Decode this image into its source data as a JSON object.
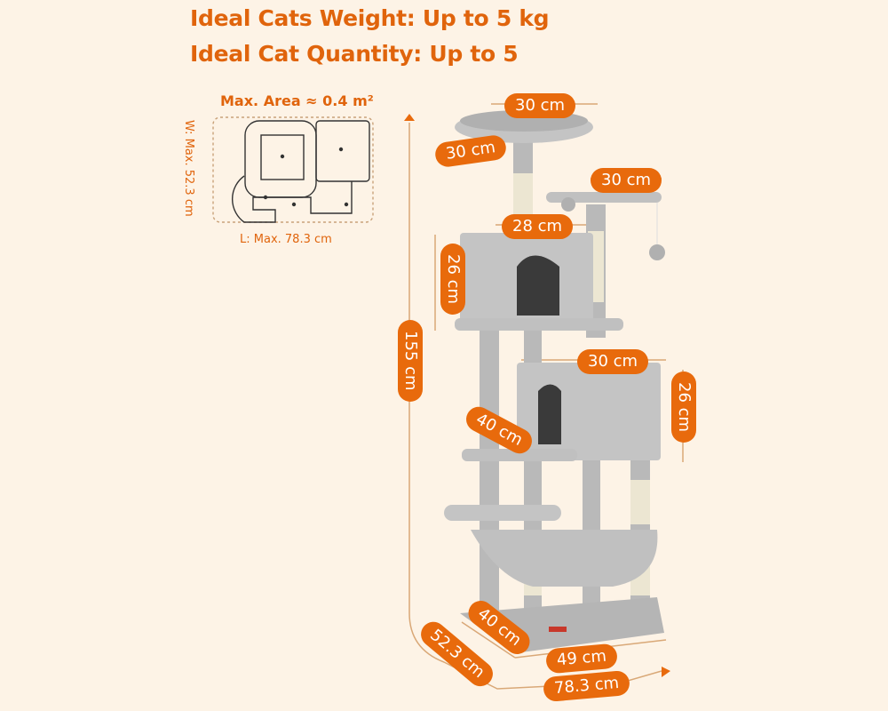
{
  "header": {
    "weight_line": "Ideal Cats Weight: Up to 5 kg",
    "quantity_line": "Ideal Cat Quantity: Up to 5"
  },
  "footprint": {
    "area_label": "Max. Area ≈ 0.4 m²",
    "width_label": "W: Max. 52.3 cm",
    "length_label": "L: Max. 78.3 cm"
  },
  "dimensions": {
    "top_perch_width": "30 cm",
    "top_perch_depth": "30 cm",
    "side_platform_width": "30 cm",
    "upper_condo_width": "28 cm",
    "upper_condo_height": "26 cm",
    "total_height": "155 cm",
    "lower_condo_width": "30 cm",
    "lower_condo_height": "26 cm",
    "lower_platform_depth": "40 cm",
    "base_depth": "40 cm",
    "base_width": "49 cm",
    "overall_depth": "52.3 cm",
    "overall_length": "78.3 cm"
  },
  "colors": {
    "background": "#fdf3e6",
    "accent": "#e86a0c",
    "guide_line": "#d9a877",
    "plush": "#b9b9b9",
    "sisal": "#ece6d2"
  }
}
